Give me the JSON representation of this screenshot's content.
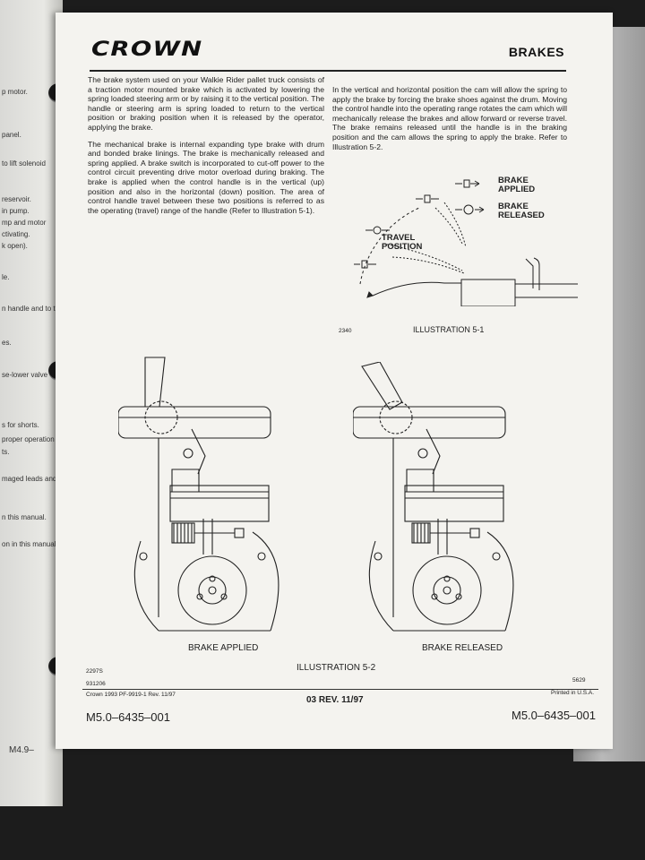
{
  "header": {
    "logo": "CROWN",
    "section": "BRAKES"
  },
  "body": {
    "left_para_1": "The brake system used on your Walkie Rider pallet truck consists of a traction motor mounted brake which is activated by lowering the spring loaded steering arm or by raising it to the vertical position. The handle or steering arm is spring loaded to return to the vertical position or braking position when it is released by the operator, applying the brake.",
    "left_para_2": "The mechanical brake is internal expanding type brake with drum and bonded brake linings. The brake is mechanically released and spring applied. A brake switch is incorporated to cut-off power to the control circuit preventing drive motor overload during braking. The brake is applied when the control handle is in the vertical (up) position and also in the horizontal (down) position. The area of control handle travel between these two positions is referred to as the operating (travel) range of the handle (Refer to Illustration 5-1).",
    "right_para_1": "In the vertical and horizontal position the cam will allow the spring to apply the brake by forcing the brake shoes against the drum. Moving the control handle into the operating range rotates the cam which will mechanically release the brakes and allow forward or reverse travel. The brake remains released until the handle is in the braking position and the cam allows the spring to apply the brake. Refer to Illustration 5-2."
  },
  "illustration_5_1": {
    "label_brake_applied_1": "BRAKE",
    "label_brake_applied_2": "APPLIED",
    "label_brake_released_1": "BRAKE",
    "label_brake_released_2": "RELEASED",
    "label_travel_1": "TRAVEL",
    "label_travel_2": "POSITION",
    "code": "2340",
    "caption": "ILLUSTRATION 5-1"
  },
  "illustration_5_2": {
    "left_caption": "BRAKE APPLIED",
    "right_caption": "BRAKE RELEASED",
    "caption": "ILLUSTRATION 5-2",
    "code_left": "2297S",
    "code_right": "5629"
  },
  "footer": {
    "date_code": "931206",
    "copyright": "Crown 1993 PF-9919-1 Rev. 11/97",
    "revision": "03 REV. 11/97",
    "printed": "Printed in U.S.A.",
    "doc_number_left": "M5.0–6435–001",
    "doc_number_right": "M5.0–6435–001"
  },
  "prev_page": {
    "lines": [
      "p motor.",
      "panel.",
      "to lift solenoid",
      "reservoir.",
      "in pump.",
      "mp and motor",
      "ctivating.",
      "k open).",
      "le.",
      "n handle and to the",
      "es.",
      "se-lower valve",
      "s for shorts.",
      "proper operation",
      "ts.",
      "maged leads and",
      "n this manual.",
      "on in this manual"
    ],
    "page_code": "M4.9–"
  }
}
